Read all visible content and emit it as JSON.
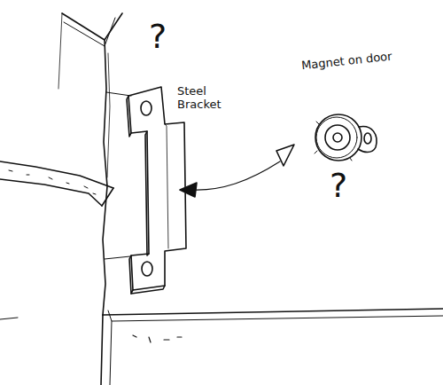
{
  "diagram": {
    "labels": [
      "?",
      "Magnet on door",
      "Steel Bracket",
      "?"
    ]
  }
}
